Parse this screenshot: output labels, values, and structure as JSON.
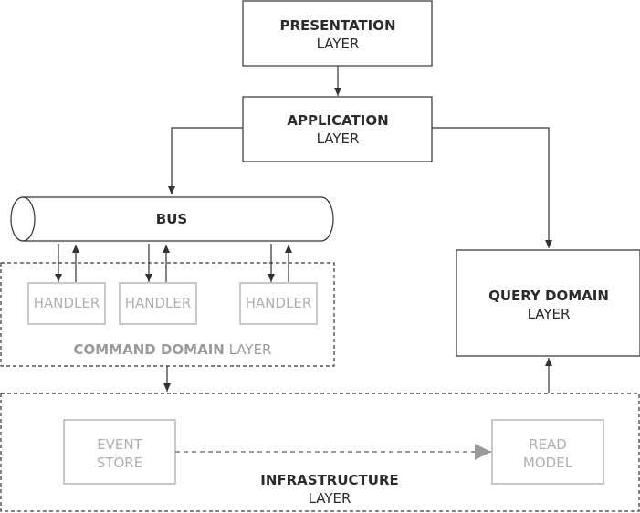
{
  "presentation": {
    "title": "PRESENTATION",
    "subtitle": "LAYER"
  },
  "application": {
    "title": "APPLICATION",
    "subtitle": "LAYER"
  },
  "bus": {
    "label": "BUS"
  },
  "handlers": [
    "HANDLER",
    "HANDLER",
    "HANDLER"
  ],
  "command_domain": {
    "title": "COMMAND DOMAIN",
    "subtitle": "LAYER"
  },
  "query_domain": {
    "title": "QUERY DOMAIN",
    "subtitle": "LAYER"
  },
  "infrastructure": {
    "title": "INFRASTRUCTURE",
    "subtitle": "LAYER",
    "event_store": {
      "line1": "EVENT",
      "line2": "STORE"
    },
    "read_model": {
      "line1": "READ",
      "line2": "MODEL"
    }
  },
  "colors": {
    "stroke": "#333333",
    "muted": "#b5b5b5",
    "muted_text": "#9a9a9a"
  }
}
